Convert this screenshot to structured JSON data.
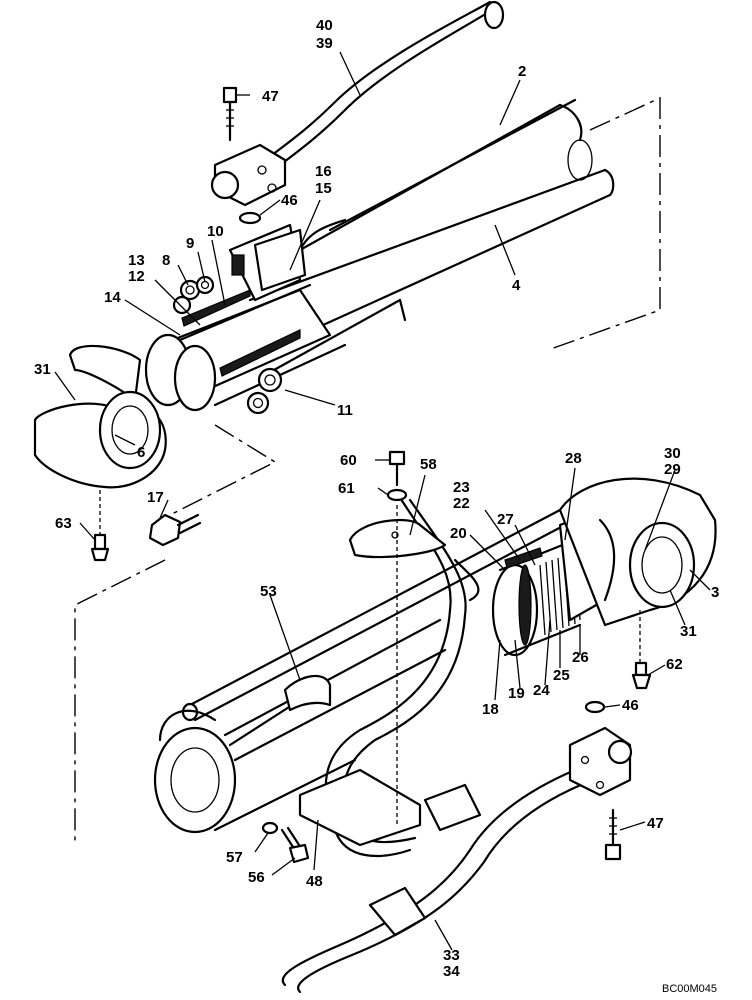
{
  "drawing_code": "BC00M045",
  "callouts": {
    "c40": "40",
    "c39": "39",
    "c2": "2",
    "c47a": "47",
    "c16": "16",
    "c15": "15",
    "c46a": "46",
    "c10": "10",
    "c9": "9",
    "c8": "8",
    "c13": "13",
    "c12": "12",
    "c14": "14",
    "c4": "4",
    "c31a": "31",
    "c11": "11",
    "c6": "6",
    "c17": "17",
    "c63": "63",
    "c60": "60",
    "c58": "58",
    "c61": "61",
    "c28": "28",
    "c30": "30",
    "c29": "29",
    "c23": "23",
    "c22": "22",
    "c27": "27",
    "c20": "20",
    "c3": "3",
    "c31b": "31",
    "c53": "53",
    "c62": "62",
    "c26": "26",
    "c25": "25",
    "c24": "24",
    "c19": "19",
    "c18": "18",
    "c46b": "46",
    "c47b": "47",
    "c57": "57",
    "c56": "56",
    "c48": "48",
    "c33": "33",
    "c34": "34"
  }
}
